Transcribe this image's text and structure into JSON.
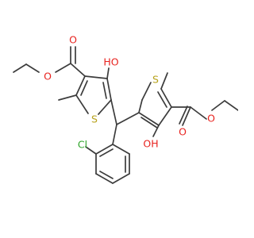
{
  "molecule": {
    "atom_labels": {
      "O1": "O",
      "O2": "O",
      "OH_left": "HO",
      "S_left": "S",
      "OH_right": "OH",
      "S_right": "S",
      "O3": "O",
      "O4": "O",
      "Cl": "Cl"
    },
    "colors": {
      "bond": "#3c3c3c",
      "oxygen": "#e8231f",
      "sulfur": "#b7a21b",
      "chlorine": "#2fa52a"
    }
  }
}
